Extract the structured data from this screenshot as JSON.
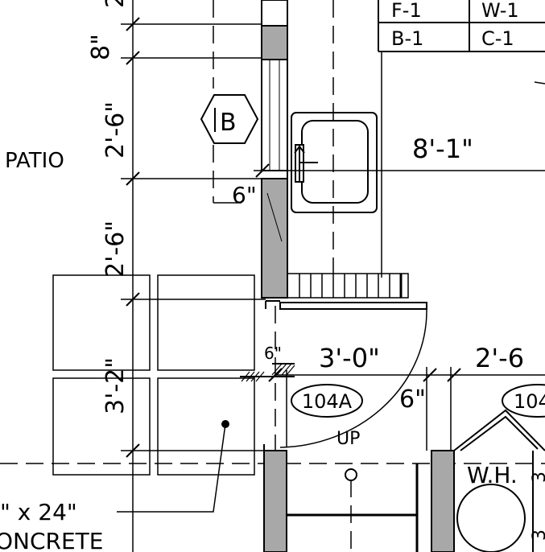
{
  "schedule": {
    "rows": [
      [
        "F-1",
        "W-1"
      ],
      [
        "B-1",
        "C-1"
      ]
    ]
  },
  "dimensions": {
    "left": {
      "d1": "8\"",
      "d2": "2'-6\"",
      "d3": "2'-6\"",
      "d4": "3'-2\""
    },
    "small_six": "6\"",
    "width_top": "8'-1\"",
    "six_inch_label": "6\"",
    "door_width": "3'-0\"",
    "right_width": "2'-6",
    "six_right": "6\""
  },
  "labels": {
    "patio": "PATIO",
    "tag_b": "B",
    "tag_104a": "104A",
    "tag_104": "104",
    "up": "UP",
    "wh": "W.H.",
    "concrete_size": "\" x 24\"",
    "concrete": "ONCRETE"
  },
  "colors": {
    "wall_fill": "#a8a8a8",
    "line": "#000000"
  }
}
